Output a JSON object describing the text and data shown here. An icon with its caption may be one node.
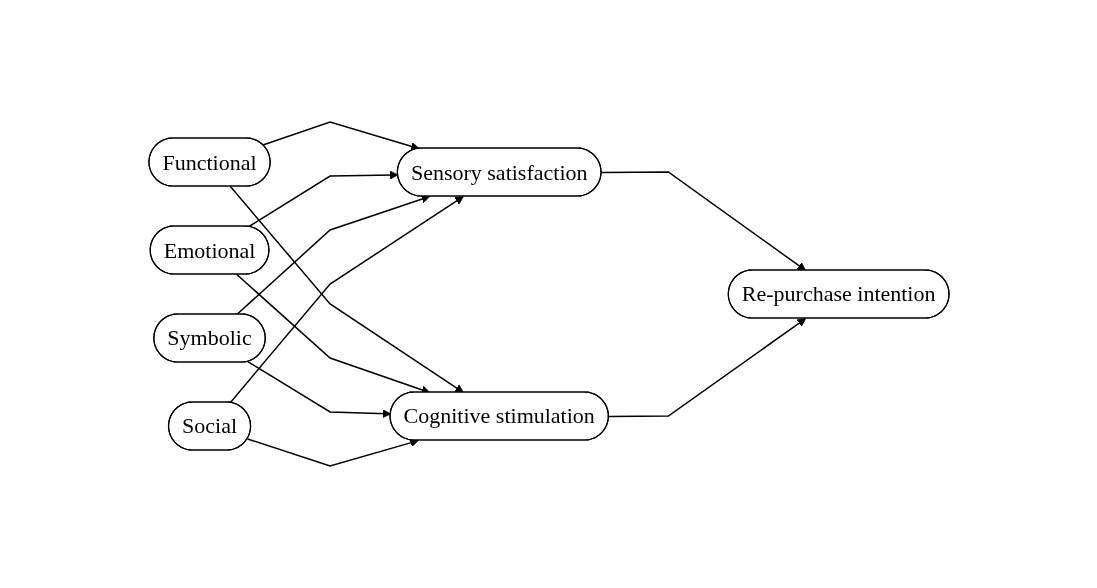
{
  "diagram": {
    "nodes": [
      {
        "text": [
          "Functional"
        ]
      },
      {
        "text": [
          "Emotional"
        ]
      },
      {
        "text": [
          "Symbolic"
        ]
      },
      {
        "text": [
          "Social"
        ]
      },
      {
        "text": [
          "Sensory satisfaction"
        ]
      },
      {
        "text": [
          "Cognitive stimulation"
        ]
      },
      {
        "text": [
          "Re-purchase intention"
        ]
      }
    ],
    "edges": [
      {
        "from": 0,
        "to": 4,
        "arrow": "to"
      },
      {
        "from": 0,
        "to": 5,
        "arrow": "to"
      },
      {
        "from": 1,
        "to": 4,
        "arrow": "to"
      },
      {
        "from": 1,
        "to": 5,
        "arrow": "to"
      },
      {
        "from": 2,
        "to": 4,
        "arrow": "to"
      },
      {
        "from": 2,
        "to": 5,
        "arrow": "to"
      },
      {
        "from": 3,
        "to": 4,
        "arrow": "to"
      },
      {
        "from": 3,
        "to": 5,
        "arrow": "to"
      },
      {
        "from": 4,
        "to": 6,
        "arrow": "to"
      },
      {
        "from": 5,
        "to": 6,
        "arrow": "to"
      }
    ]
  }
}
